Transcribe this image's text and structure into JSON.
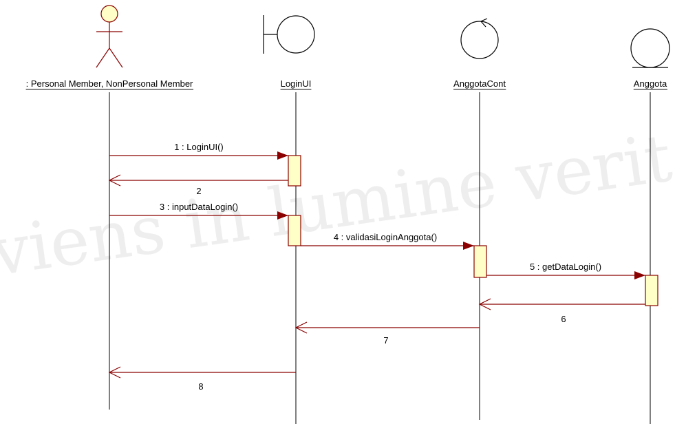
{
  "watermark": {
    "text": "Serviens in lumine veritatis"
  },
  "lifelines": [
    {
      "label": ": Personal Member, NonPersonal Member",
      "kind": "actor"
    },
    {
      "label": "LoginUI",
      "kind": "boundary"
    },
    {
      "label": "AnggotaCont",
      "kind": "control"
    },
    {
      "label": "Anggota",
      "kind": "entity"
    }
  ],
  "messages": [
    {
      "label": "1 : LoginUI()",
      "from": 0,
      "to": 1,
      "kind": "call"
    },
    {
      "label": "2",
      "from": 1,
      "to": 0,
      "kind": "return"
    },
    {
      "label": "3 : inputDataLogin()",
      "from": 0,
      "to": 1,
      "kind": "call"
    },
    {
      "label": "4 : validasiLoginAnggota()",
      "from": 1,
      "to": 2,
      "kind": "call"
    },
    {
      "label": "5 : getDataLogin()",
      "from": 2,
      "to": 3,
      "kind": "call"
    },
    {
      "label": "6",
      "from": 3,
      "to": 2,
      "kind": "return"
    },
    {
      "label": "7",
      "from": 2,
      "to": 1,
      "kind": "return"
    },
    {
      "label": "8",
      "from": 1,
      "to": 0,
      "kind": "return"
    }
  ],
  "colors": {
    "line": "#8b0000",
    "activation_fill": "#ffffc8",
    "lifeline": "#000000",
    "actor_fill": "#ffffc8",
    "watermark": "#eeeeee"
  }
}
